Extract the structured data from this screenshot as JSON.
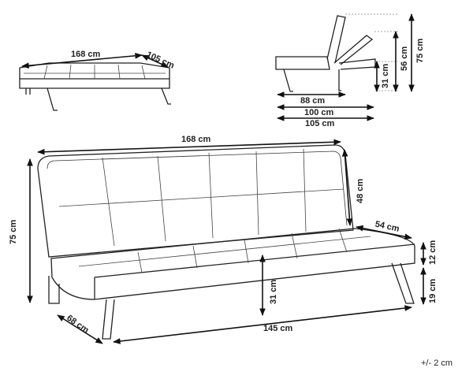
{
  "dimensions": {
    "top_flat_width": "168 cm",
    "top_flat_depth": "105 cm",
    "side_seat_depth": "88 cm",
    "side_total_100": "100 cm",
    "side_total_105": "105 cm",
    "side_seat_height": "31 cm",
    "side_back_height": "56 cm",
    "side_total_height": "75 cm",
    "main_width": "168 cm",
    "main_back_height": "48 cm",
    "main_depth": "54 cm",
    "main_total_height": "75 cm",
    "main_seat_height": "31 cm",
    "main_cushion": "12 cm",
    "main_leg": "19 cm",
    "main_arm_depth": "68 cm",
    "main_inner_width": "145 cm"
  },
  "tolerance": "+/- 2 cm"
}
